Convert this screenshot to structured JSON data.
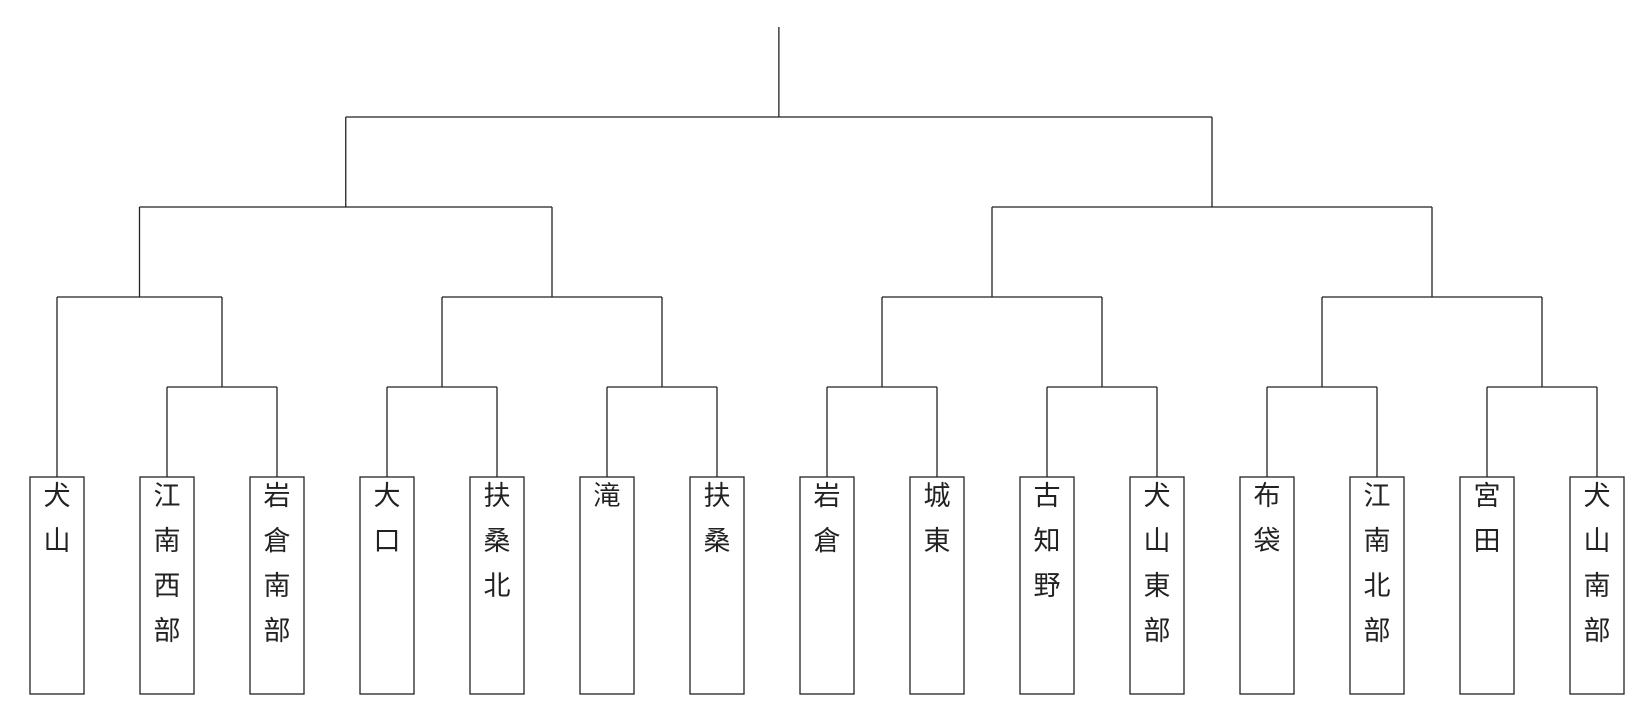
{
  "teams": [
    {
      "name": "犬山",
      "chars": "犬\n山"
    },
    {
      "name": "江南西部",
      "chars": "江\n南\n西\n部"
    },
    {
      "name": "岩倉南部",
      "chars": "岩\n倉\n南\n部"
    },
    {
      "name": "大口",
      "chars": "大\n口"
    },
    {
      "name": "扶桑北",
      "chars": "扶\n桑\n北"
    },
    {
      "name": "滝",
      "chars": "滝"
    },
    {
      "name": "扶桑",
      "chars": "扶\n桑"
    },
    {
      "name": "岩倉",
      "chars": "岩\n倉"
    },
    {
      "name": "城東",
      "chars": "城\n東"
    },
    {
      "name": "古知野",
      "chars": "古\n知\n野"
    },
    {
      "name": "犬山東部",
      "chars": "犬\n山\n東\n部"
    },
    {
      "name": "布袋",
      "chars": "布\n袋"
    },
    {
      "name": "江南北部",
      "chars": "江\n南\n北\n部"
    },
    {
      "name": "宮田",
      "chars": "宮\n田"
    },
    {
      "name": "犬山南部",
      "chars": "犬\n山\n南\n部"
    }
  ]
}
